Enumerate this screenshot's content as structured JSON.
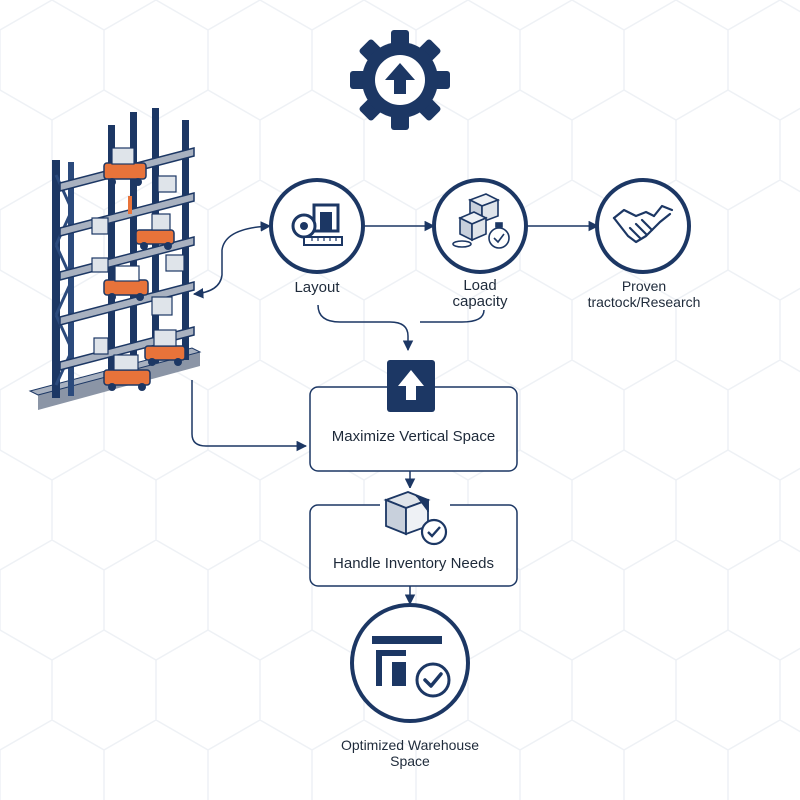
{
  "colors": {
    "navy": "#1c3764",
    "orange": "#e8733a",
    "steel": "#9aa4b4",
    "grid": "#eef1f5",
    "text": "#1e2a3a"
  },
  "icons": {
    "top": "gear-up-arrow-icon",
    "layout": "floor-plan-tape-icon",
    "load": "boxes-stopwatch-icon",
    "proven": "handshake-icon",
    "maximize": "up-arrow-square-icon",
    "inventory": "box-check-icon",
    "optimized": "warehouse-check-icon"
  },
  "nodes": {
    "layout": {
      "label": "Layout"
    },
    "load": {
      "line1": "Load",
      "line2": "capacity"
    },
    "proven": {
      "line1": "Proven",
      "line2": "tractock/Research"
    },
    "maximize": {
      "label": "Maximize Vertical Space"
    },
    "inventory": {
      "label": "Handle Inventory Needs"
    },
    "optimized": {
      "line1": "Optimized Warehouse",
      "line2": "Space"
    }
  }
}
